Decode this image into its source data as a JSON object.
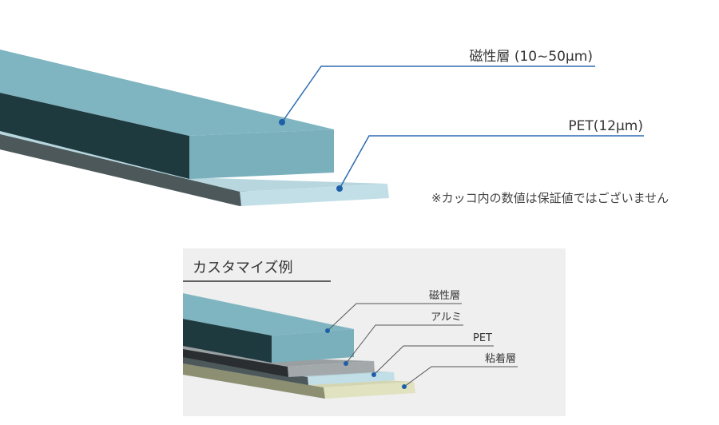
{
  "top_diagram": {
    "labels": {
      "magnetic_layer": "磁性層 (10~50μm)",
      "pet": "PET(12μm)"
    },
    "note": "※カッコ内の数値は保証値ではございません"
  },
  "custom_example": {
    "title": "カスタマイズ例",
    "labels": {
      "magnetic_layer": "磁性層",
      "aluminum": "アルミ",
      "pet": "PET",
      "adhesive_layer": "粘着層"
    }
  },
  "colors": {
    "magnetic_top": "#7fb5c1",
    "magnetic_front": "#7ab3bf",
    "magnetic_side": "#1f3a3f",
    "pet": "#c2dfe7",
    "aluminum": "#a3a8aa",
    "adhesive": "#e0e2c0",
    "leader": "#2b6cb0",
    "panel_bg": "#efefef"
  }
}
